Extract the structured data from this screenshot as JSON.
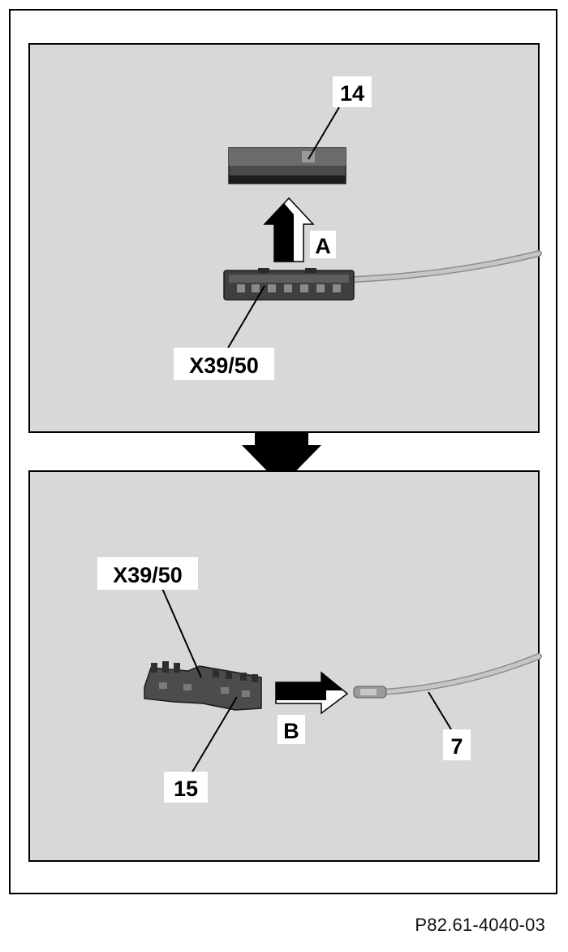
{
  "panels": {
    "top": {
      "label_part": "14",
      "label_arrow": "A",
      "label_connector": "X39/50"
    },
    "bottom": {
      "label_connector": "X39/50",
      "label_arrow": "B",
      "label_lock": "15",
      "label_cable": "7"
    }
  },
  "figure_id": "P82.61-4040-03",
  "colors": {
    "panel_bg": "#d8d8d8",
    "frame": "#000000",
    "cable": "#b7b7b7",
    "component": "#3a3a3a"
  }
}
